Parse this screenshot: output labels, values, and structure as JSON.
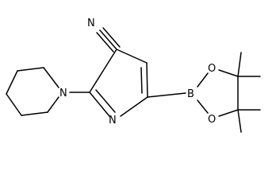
{
  "molecule": {
    "atoms": {
      "nitrile_n": "N",
      "piperidine_n": "N",
      "pyridine_n": "N",
      "boron": "B",
      "oxygen_top": "O",
      "oxygen_bottom": "O"
    }
  },
  "colors": {
    "bond": "#000000",
    "background": "#ffffff"
  }
}
